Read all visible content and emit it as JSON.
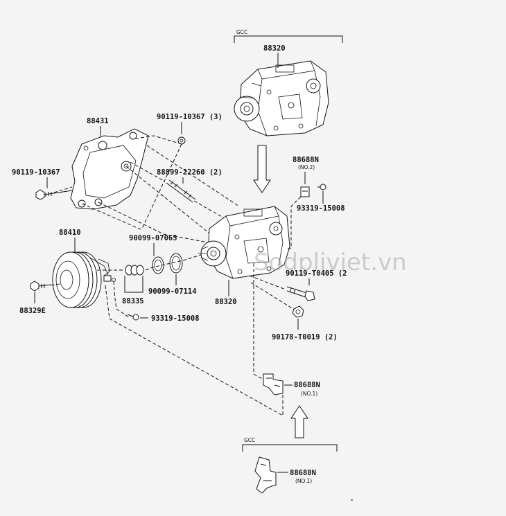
{
  "groups": {
    "top_bracket": "GCC",
    "bottom_bracket": "GCC"
  },
  "labels": {
    "compressor_top": "88320",
    "bracket": "88431",
    "bolt_top": "90119-10367 (3)",
    "bolt_left": "90119-10367",
    "stud": "88899-22260 (2)",
    "oring_1": "90099-07065",
    "oring_2": "90099-07114",
    "clutch": "88410",
    "clutch_bolt": "88329E",
    "shim_set": "88335",
    "screw_bottom": "93319-15008",
    "compressor_main": "88320",
    "plate_top": "88688N",
    "plate_top_sub": "(NO.2)",
    "screw_right": "93319-15008",
    "bolt_right": "90119-T0405 (2",
    "nut": "90178-T0019 (2)",
    "plate_mid": "88688N",
    "plate_mid_sub": "(NO.1)",
    "plate_bottom": "88688N",
    "plate_bottom_sub": "(NO.1)"
  },
  "watermark": "Sodpliviet.vn",
  "colors": {
    "line": "#111111",
    "background": "#f4f4f4",
    "watermark": "#9a9a9a"
  }
}
